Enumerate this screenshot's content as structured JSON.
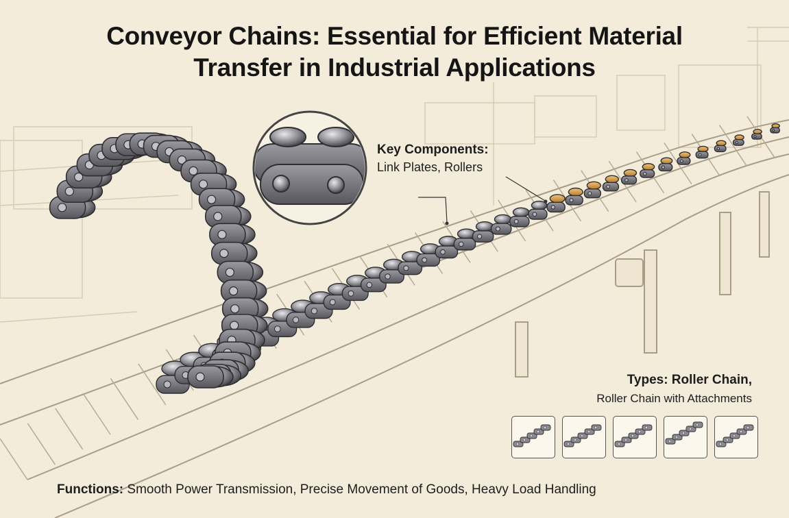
{
  "title": {
    "line1": "Conveyor Chains: Essential for Efficient Material",
    "line2": "Transfer in Industrial Applications"
  },
  "callouts": {
    "key_components": {
      "heading": "Key Components:",
      "text": "Link Plates, Rollers"
    },
    "types": {
      "heading": "Types: Roller Chain,",
      "text": "Roller Chain with Attachments"
    }
  },
  "functions": {
    "label": "Functions:",
    "text": "Smooth Power Transmission, Precise Movement of Goods, Heavy Load Handling"
  },
  "chain_thumbnails": [
    {
      "icon": "roller-chain-icon"
    },
    {
      "icon": "roller-chain-icon"
    },
    {
      "icon": "roller-chain-icon"
    },
    {
      "icon": "roller-chain-icon"
    },
    {
      "icon": "roller-chain-icon"
    }
  ],
  "colors": {
    "background": "#f3ecda",
    "sketch_line": "#cdbfa3",
    "chain_steel": "#7c7c80",
    "chain_dark": "#3f3f44",
    "roller_highlight": "#d7a24a"
  }
}
